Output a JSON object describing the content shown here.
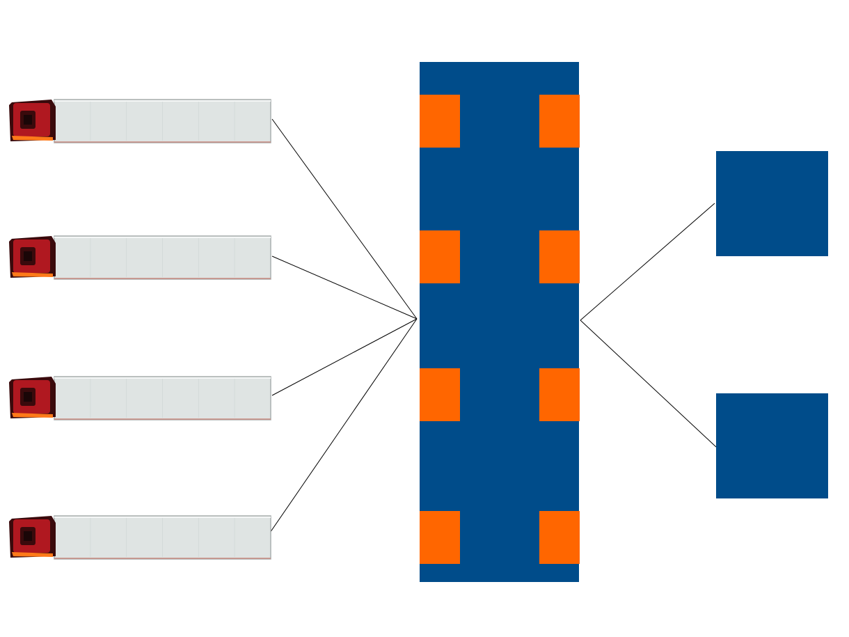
{
  "colors": {
    "background": "#ffffff",
    "hub_blue": "#004c8a",
    "dock_orange": "#ff6600",
    "trailer_body": "#dfe4e3",
    "trailer_edge": "#a9aeae",
    "cab_red": "#b01820",
    "cab_dark": "#3a0a0c",
    "cab_light": "#ff7a1a",
    "connector_line": "#000000"
  },
  "diagram": {
    "trucks": [
      {
        "id": "truck-1",
        "icon": "truck-icon"
      },
      {
        "id": "truck-2",
        "icon": "truck-icon"
      },
      {
        "id": "truck-3",
        "icon": "truck-icon"
      },
      {
        "id": "truck-4",
        "icon": "truck-icon"
      }
    ],
    "hub": {
      "icon": "distribution-center",
      "dock_rows": 4,
      "docks_per_row": 2
    },
    "destinations": [
      {
        "id": "destination-1"
      },
      {
        "id": "destination-2"
      }
    ]
  }
}
